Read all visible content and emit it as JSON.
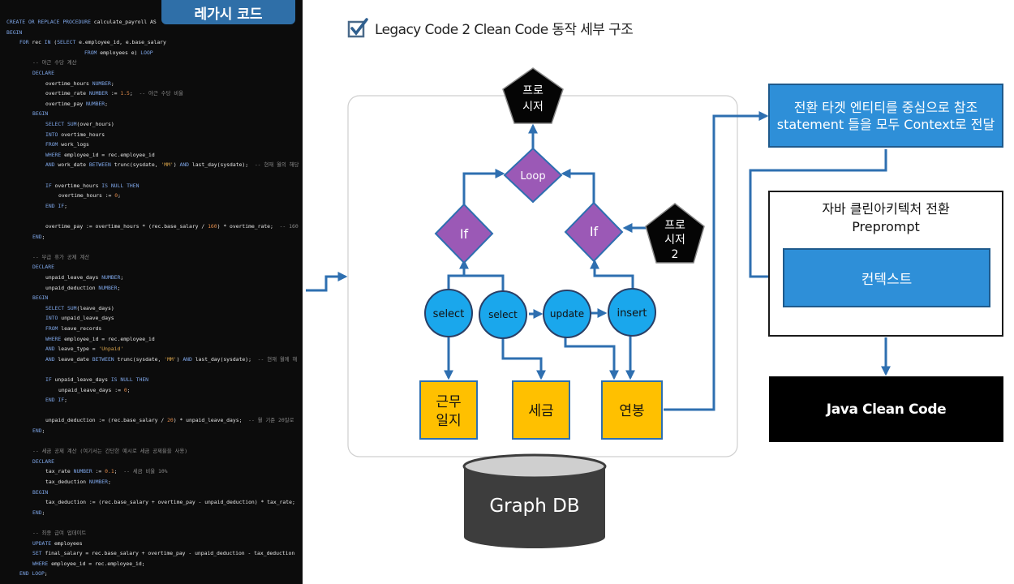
{
  "legacy_code": {
    "title": "레가시 코드",
    "lines": [
      {
        "text": "CREATE OR REPLACE PROCEDURE calculate_payroll AS",
        "indent": 0
      },
      {
        "text": "BEGIN",
        "indent": 0
      },
      {
        "text": "FOR rec IN (SELECT e.employee_id, e.base_salary",
        "indent": 1
      },
      {
        "text": "FROM employees e) LOOP",
        "indent": 6
      },
      {
        "text": "-- 야근 수당 계산",
        "indent": 2
      },
      {
        "text": "DECLARE",
        "indent": 2
      },
      {
        "text": "overtime_hours NUMBER;",
        "indent": 3
      },
      {
        "text": "overtime_rate NUMBER := 1.5;  -- 야근 수당 비율",
        "indent": 3
      },
      {
        "text": "overtime_pay NUMBER;",
        "indent": 3
      },
      {
        "text": "BEGIN",
        "indent": 2
      },
      {
        "text": "SELECT SUM(over_hours)",
        "indent": 3
      },
      {
        "text": "INTO overtime_hours",
        "indent": 3
      },
      {
        "text": "FROM work_logs",
        "indent": 3
      },
      {
        "text": "WHERE employee_id = rec.employee_id",
        "indent": 3
      },
      {
        "text": "AND work_date BETWEEN trunc(sysdate, 'MM') AND last_day(sysdate);  -- 현재 월의 해당",
        "indent": 3
      },
      {
        "text": "",
        "indent": 0
      },
      {
        "text": "IF overtime_hours IS NULL THEN",
        "indent": 3
      },
      {
        "text": "overtime_hours := 0;",
        "indent": 4
      },
      {
        "text": "END IF;",
        "indent": 3
      },
      {
        "text": "",
        "indent": 0
      },
      {
        "text": "overtime_pay := overtime_hours * (rec.base_salary / 160) * overtime_rate;  -- 160",
        "indent": 3
      },
      {
        "text": "END;",
        "indent": 2
      },
      {
        "text": "",
        "indent": 0
      },
      {
        "text": "-- 무급 휴가 공제 계산",
        "indent": 2
      },
      {
        "text": "DECLARE",
        "indent": 2
      },
      {
        "text": "unpaid_leave_days NUMBER;",
        "indent": 3
      },
      {
        "text": "unpaid_deduction NUMBER;",
        "indent": 3
      },
      {
        "text": "BEGIN",
        "indent": 2
      },
      {
        "text": "SELECT SUM(leave_days)",
        "indent": 3
      },
      {
        "text": "INTO unpaid_leave_days",
        "indent": 3
      },
      {
        "text": "FROM leave_records",
        "indent": 3
      },
      {
        "text": "WHERE employee_id = rec.employee_id",
        "indent": 3
      },
      {
        "text": "AND leave_type = 'Unpaid'",
        "indent": 3
      },
      {
        "text": "AND leave_date BETWEEN trunc(sysdate, 'MM') AND last_day(sysdate);  -- 현재 월에 해",
        "indent": 3
      },
      {
        "text": "",
        "indent": 0
      },
      {
        "text": "IF unpaid_leave_days IS NULL THEN",
        "indent": 3
      },
      {
        "text": "unpaid_leave_days := 0;",
        "indent": 4
      },
      {
        "text": "END IF;",
        "indent": 3
      },
      {
        "text": "",
        "indent": 0
      },
      {
        "text": "unpaid_deduction := (rec.base_salary / 20) * unpaid_leave_days;  -- 월 기준 20일로",
        "indent": 3
      },
      {
        "text": "END;",
        "indent": 2
      },
      {
        "text": "",
        "indent": 0
      },
      {
        "text": "-- 세금 공제 계산 (여기서는 간단한 예시로 세금 공제율을 사용)",
        "indent": 2
      },
      {
        "text": "DECLARE",
        "indent": 2
      },
      {
        "text": "tax_rate NUMBER := 0.1;  -- 세금 비율 10%",
        "indent": 3
      },
      {
        "text": "tax_deduction NUMBER;",
        "indent": 3
      },
      {
        "text": "BEGIN",
        "indent": 2
      },
      {
        "text": "tax_deduction := (rec.base_salary + overtime_pay - unpaid_deduction) * tax_rate;",
        "indent": 3
      },
      {
        "text": "END;",
        "indent": 2
      },
      {
        "text": "",
        "indent": 0
      },
      {
        "text": "-- 최종 급여 업데이트",
        "indent": 2
      },
      {
        "text": "UPDATE employees",
        "indent": 2
      },
      {
        "text": "SET final_salary = rec.base_salary + overtime_pay - unpaid_deduction - tax_deduction",
        "indent": 2
      },
      {
        "text": "WHERE employee_id = rec.employee_id;",
        "indent": 2
      },
      {
        "text": "END LOOP;",
        "indent": 1
      }
    ]
  },
  "header": {
    "title": "Legacy Code 2 Clean Code 동작 세부 구조"
  },
  "graph": {
    "procedure_label": [
      "프로",
      "시저"
    ],
    "procedure2_label": [
      "프로",
      "시저",
      "2"
    ],
    "loop_label": "Loop",
    "if_left_label": "If",
    "if_right_label": "If",
    "select1_label": "select",
    "select2_label": "select",
    "update_label": "update",
    "insert_label": "insert",
    "table_worklog_label": [
      "근무",
      "일지"
    ],
    "table_tax_label": "세금",
    "table_salary_label": "연봉",
    "db_label": "Graph DB"
  },
  "pipeline": {
    "context_entity_text": "전환 타겟 엔티티를 중심으로 참조 statement 들을 모두 Context로 전달",
    "prompt_title_line1": "자바 클린아키텍처 전환",
    "prompt_title_line2": "Preprompt",
    "context_label": "컨텍스트",
    "output_label": "Java Clean Code"
  },
  "colors": {
    "code_bg": "#0c0c0c",
    "accent_blue": "#2e8fd8",
    "arrow_blue": "#2e6fb0",
    "diamond_purple": "#9b59b6",
    "circle_cyan": "#1aa7ec",
    "table_yellow": "#ffc000",
    "db_gray": "#3d3d3d"
  }
}
